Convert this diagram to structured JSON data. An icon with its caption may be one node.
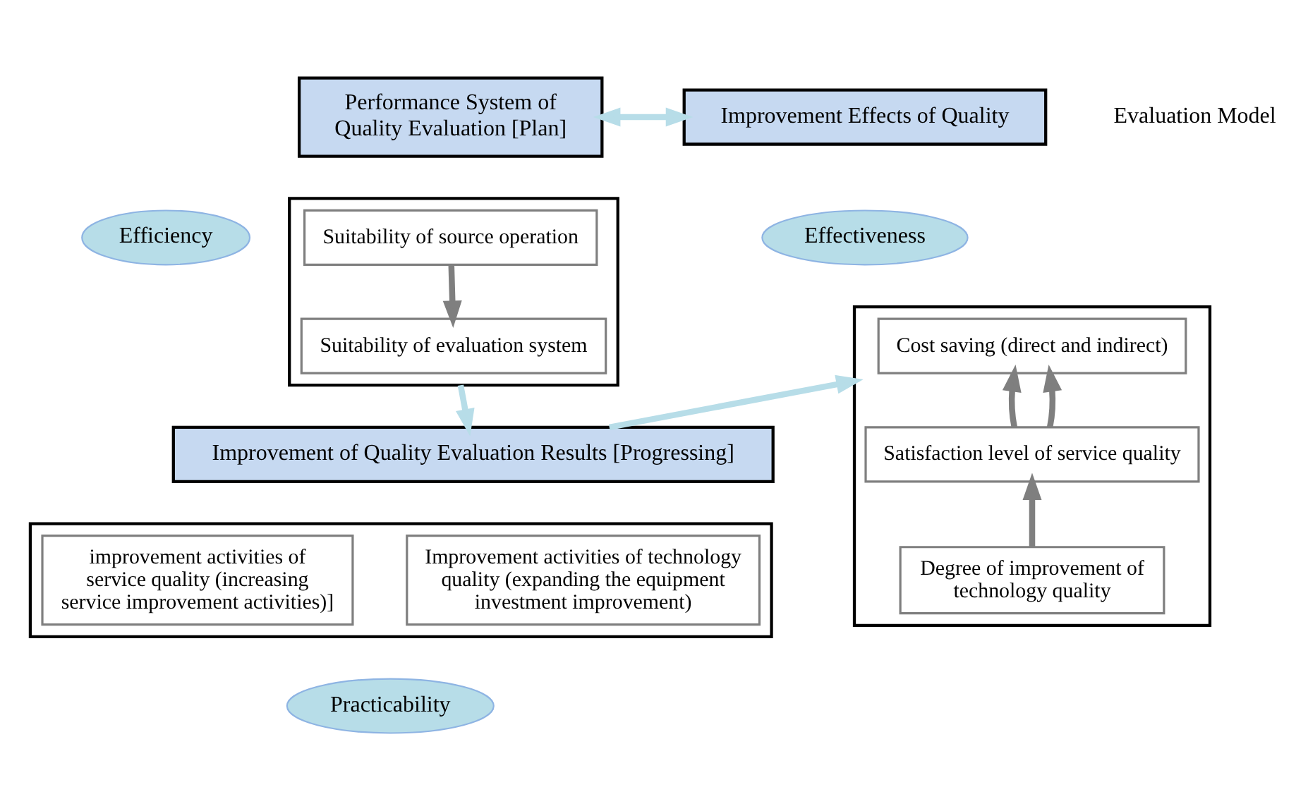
{
  "diagram": {
    "nodes": [
      {
        "text": [
          "Performance System of Quality Evaluation [Plan]"
        ]
      },
      {
        "text": [
          "Improvement Effects of Quality"
        ]
      },
      {
        "text": [],
        "shape": "box"
      },
      {
        "text": [
          "Suitability of source operation"
        ],
        "in": 2
      },
      {
        "text": [
          "Suitability of evaluation system"
        ],
        "in": 2
      },
      {
        "text": [
          "Efficiency"
        ]
      },
      {
        "text": [],
        "shape": "box"
      },
      {
        "text": [
          "Cost saving (direct and indirect)"
        ],
        "in": 6
      },
      {
        "text": [
          "Satisfaction level of service quality"
        ],
        "in": 6
      },
      {
        "text": [
          "Degree of improvement of technology quality"
        ],
        "in": 6
      },
      {
        "text": [
          "Effectiveness"
        ]
      },
      {
        "text": [
          "Improvement of Quality Evaluation Results [Progressing]"
        ]
      },
      {
        "text": [],
        "shape": "box"
      },
      {
        "text": [
          "Improvement activities of technology quality (expanding the equipment investment improvement)"
        ],
        "in": 12
      },
      {
        "text": [
          "improvement activities of service quality (increasing service improvement activities)]"
        ],
        "in": 12
      },
      {
        "text": [
          "Practicability"
        ]
      }
    ],
    "edges": [
      {
        "from": 0,
        "to": 1,
        "arrow": "both",
        "color": "#b7dde8"
      },
      {
        "from": 3,
        "to": 4,
        "arrow": "to"
      },
      {
        "from": 9,
        "to": 8,
        "arrow": "to"
      },
      {
        "from": 8,
        "to": 7,
        "arrow": "to"
      },
      {
        "from": 8,
        "to": 7,
        "arrow": "to"
      },
      {
        "from": 2,
        "to": 11,
        "arrow": "to",
        "color": "#b7dde8"
      },
      {
        "from": 11,
        "to": 6,
        "arrow": "to",
        "color": "#b7dde8"
      }
    ],
    "labels": [
      "Evaluation Model"
    ]
  }
}
